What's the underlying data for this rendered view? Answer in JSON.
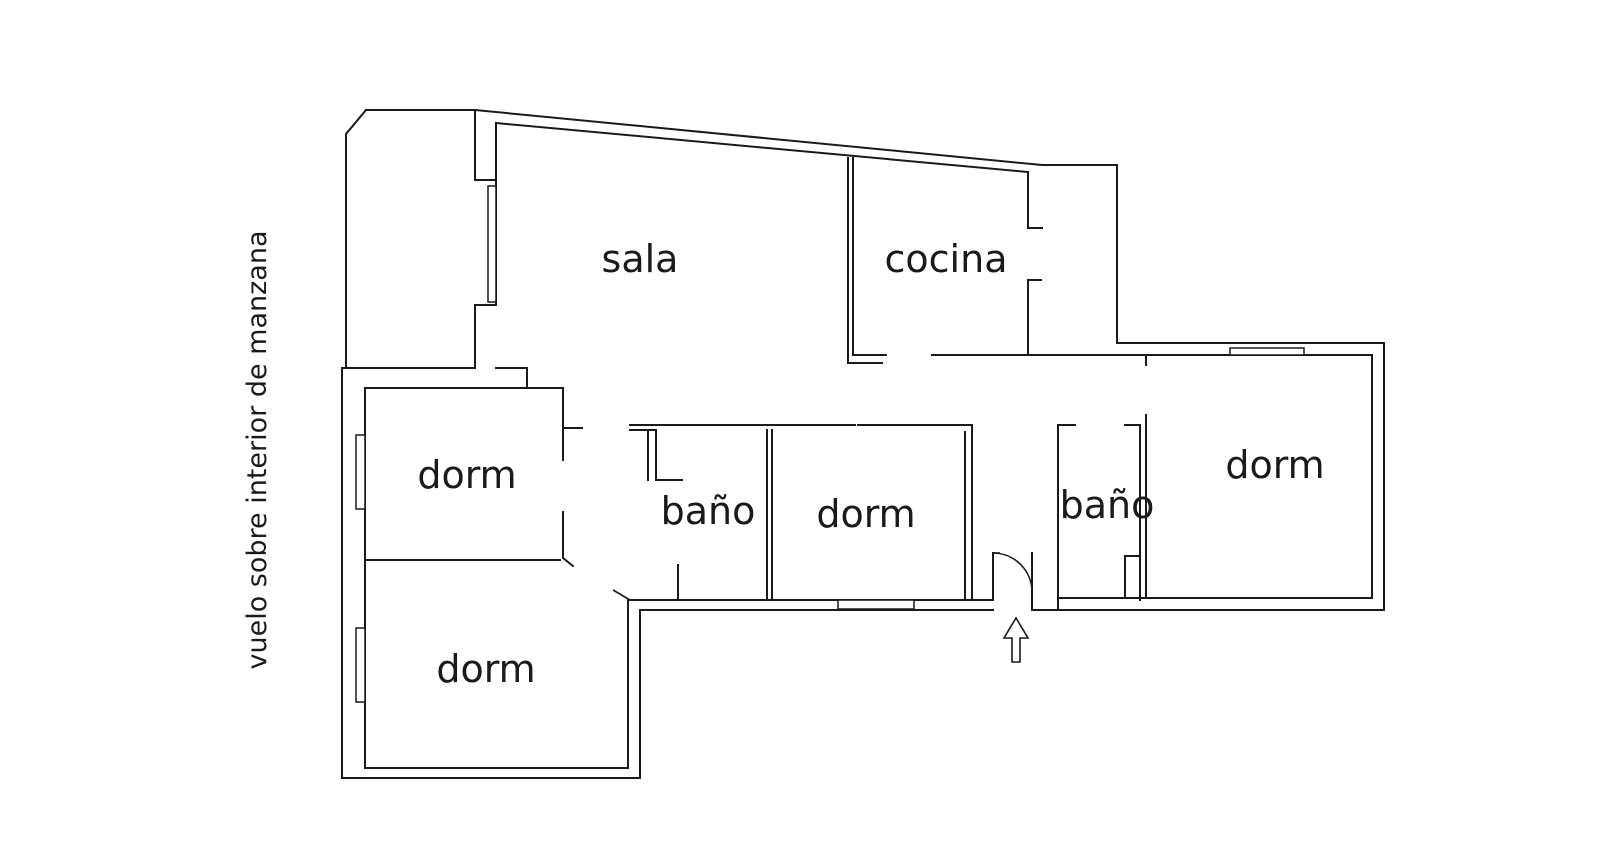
{
  "side_label": "vuelo sobre interior de manzana",
  "rooms": {
    "sala": "sala",
    "cocina": "cocina",
    "dorm_left_top": "dorm",
    "dorm_left_bottom": "dorm",
    "bano_center": "baño",
    "dorm_center": "dorm",
    "bano_right": "baño",
    "dorm_right": "dorm"
  },
  "icons": {
    "entrance": "arrow-up-icon"
  }
}
